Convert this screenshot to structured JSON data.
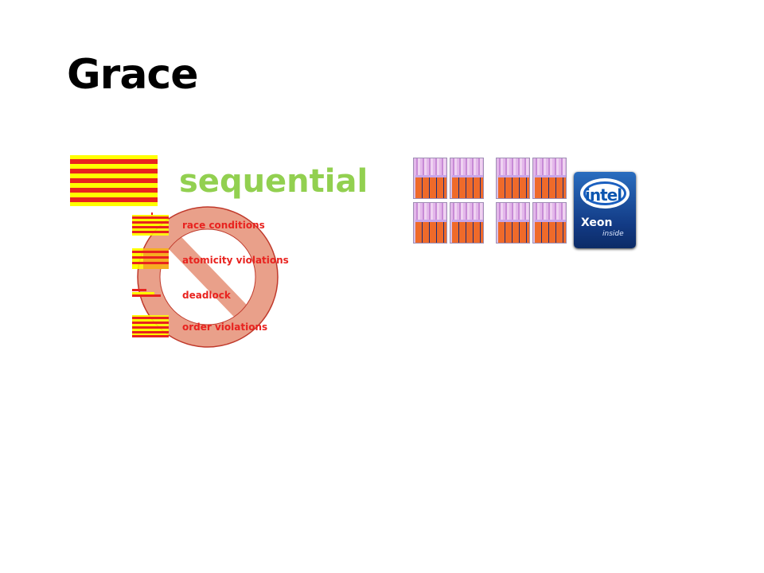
{
  "slide": {
    "title": "Grace",
    "sequential_label": "sequential",
    "bugs": [
      {
        "label": "race conditions"
      },
      {
        "label": "atomicity violations"
      },
      {
        "label": "deadlock"
      },
      {
        "label": "order violations"
      }
    ]
  },
  "logo": {
    "brand": "intel",
    "product": "Xeon",
    "tagline": "inside"
  },
  "colors": {
    "stripe_red": "#e8231f",
    "stripe_yellow": "#ffff00",
    "sequential_green": "#92d050",
    "prohibit_fill": "#e9a08a",
    "prohibit_stroke": "#c0392b"
  }
}
